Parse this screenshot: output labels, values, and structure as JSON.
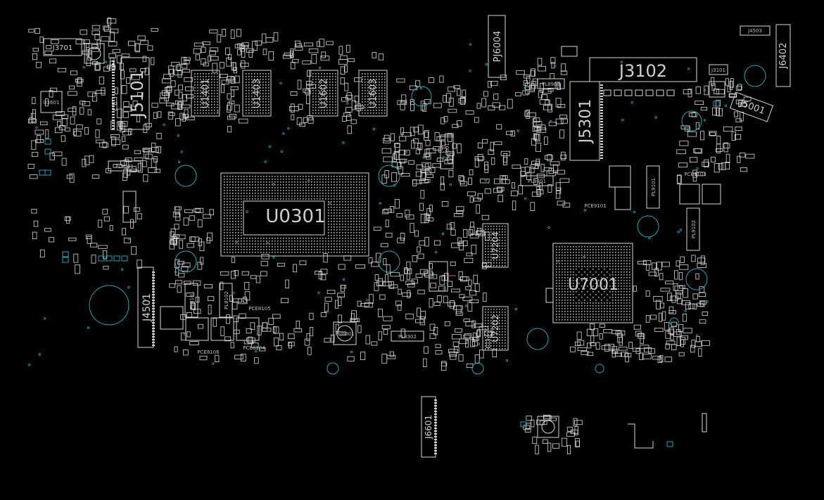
{
  "board": {
    "background_color": "#000000",
    "outline_color": "#d8d8d8",
    "via_color": "#29a6b3",
    "highlight_color": "#e05060",
    "major_labels": {
      "U0301": "U0301",
      "U7001": "U7001",
      "J5101": "J5101",
      "J5301": "J5301",
      "J3102": "J3102",
      "J4501": "J4501",
      "J6601": "J6601",
      "J6402": "J6402",
      "J5001": "J5001",
      "PJ6004": "PJ6004",
      "J3701": "J3701",
      "J4503": "J4503",
      "J3101": "J3101",
      "U1401": "U1401",
      "U1403": "U1403",
      "U1602": "U1602",
      "U1603": "U1603",
      "U7204": "U7204",
      "U7202": "U7202",
      "U3601": "U3601",
      "PL8701": "PL8701",
      "PL8901": "PL8901",
      "PL9301": "PL9301",
      "PL9101": "PL9101",
      "PL9102": "PL9102",
      "PL8302": "PL8302",
      "PL8101": "PL8101",
      "PL8102": "PL8102",
      "PL6601": "PL6601",
      "PCE9103": "PCE9103",
      "PCE9101": "PCE9101",
      "PCE8106": "PCE8106",
      "PCE8105": "PCE8105",
      "PCE8104": "PCE8104",
      "PU8001": "PU8001"
    }
  }
}
